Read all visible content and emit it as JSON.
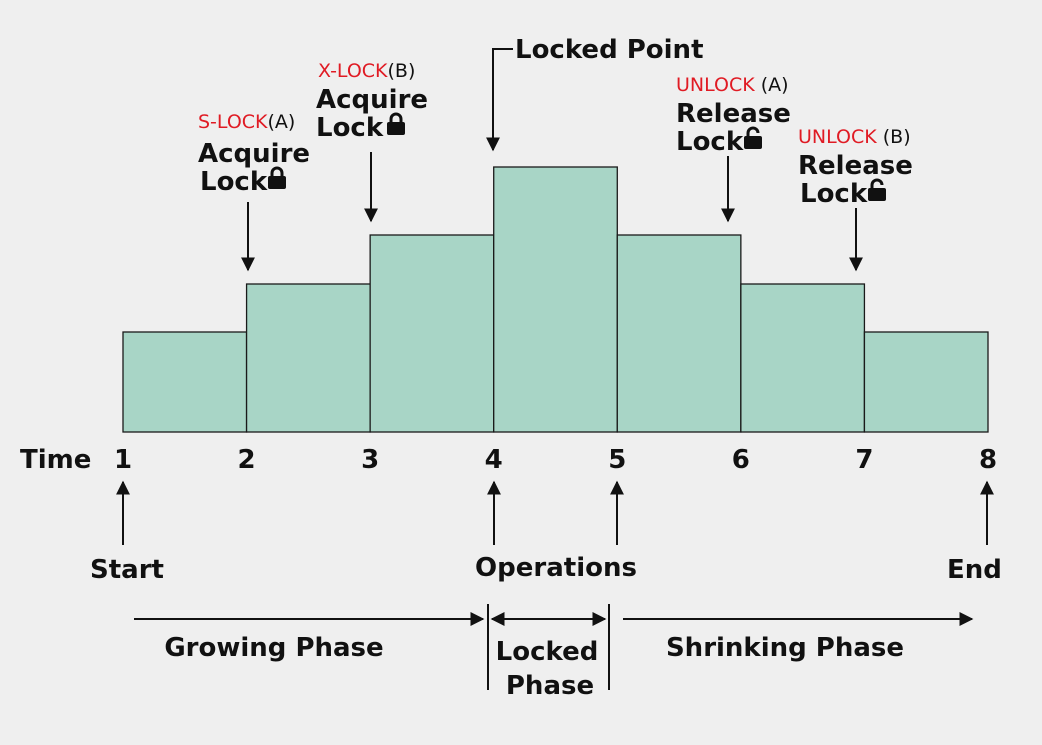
{
  "colors": {
    "background": "#efefef",
    "bar_fill": "#a8d5c6",
    "bar_stroke": "#1a1a1a",
    "lock_label": "#e01b24",
    "text": "#111111"
  },
  "time_axis": {
    "label": "Time",
    "ticks": [
      "1",
      "2",
      "3",
      "4",
      "5",
      "6",
      "7",
      "8"
    ]
  },
  "bars": [
    {
      "from": 1,
      "to": 2,
      "level": 1
    },
    {
      "from": 2,
      "to": 3,
      "level": 2
    },
    {
      "from": 3,
      "to": 4,
      "level": 3
    },
    {
      "from": 4,
      "to": 5,
      "level": 4
    },
    {
      "from": 5,
      "to": 6,
      "level": 3
    },
    {
      "from": 6,
      "to": 7,
      "level": 2
    },
    {
      "from": 7,
      "to": 8,
      "level": 1
    }
  ],
  "events": [
    {
      "code": "S-LOCK",
      "arg": "(A)",
      "action": "Acquire",
      "word": "Lock",
      "icon": "lock-closed-icon"
    },
    {
      "code": "X-LOCK",
      "arg": "(B)",
      "action": "Acquire",
      "word": "Lock",
      "icon": "lock-closed-icon"
    },
    {
      "code": "UNLOCK",
      "arg": " (A)",
      "action": "Release",
      "word": "Lock",
      "icon": "lock-open-icon"
    },
    {
      "code": "UNLOCK",
      "arg": " (B)",
      "action": "Release",
      "word": "Lock",
      "icon": "lock-open-icon"
    }
  ],
  "locked_point": "Locked Point",
  "markers": {
    "start": "Start",
    "operations": "Operations",
    "end": "End"
  },
  "phases": {
    "growing": "Growing Phase",
    "locked_line1": "Locked",
    "locked_line2": "Phase",
    "shrinking": "Shrinking Phase"
  }
}
